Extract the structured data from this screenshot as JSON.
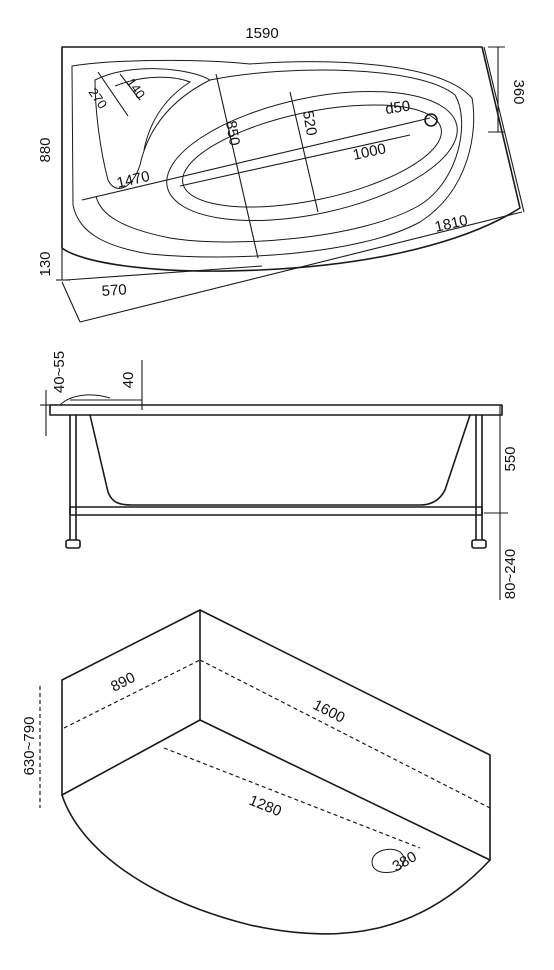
{
  "top_view": {
    "length_total": "1590",
    "side_right": "360",
    "height_total": "880",
    "height_small": "130",
    "inner_length": "1470",
    "diagonal_length": "1810",
    "front_length": "570",
    "basin_length": "850",
    "basin_width": "520",
    "basin_bottom": "1000",
    "drain": "d50",
    "headrest_a": "270",
    "headrest_b": "140"
  },
  "side_view": {
    "rim_height": "40~55",
    "rim_width": "40",
    "tub_height": "550",
    "leg_height": "80~240"
  },
  "panel_view": {
    "short_side": "890",
    "long_side": "1600",
    "panel_height": "630~790",
    "front_curve": "1280",
    "cutout": "380"
  }
}
